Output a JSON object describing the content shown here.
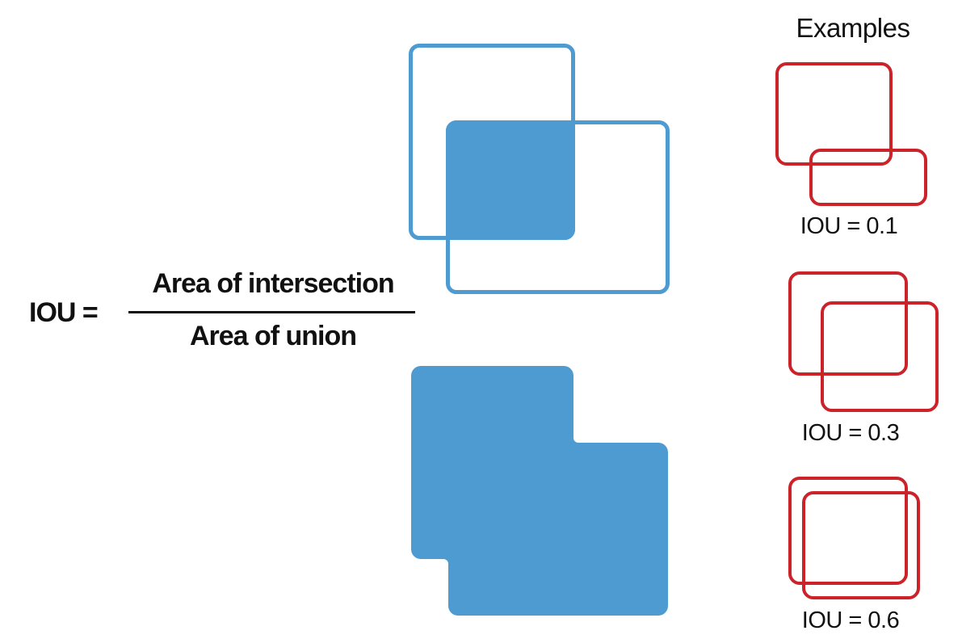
{
  "formula": {
    "lhs_label": "IOU =",
    "numerator": "Area of intersection",
    "denominator": "Area of union"
  },
  "figures": {
    "intersection_figure": "two overlapping blue bounding boxes with filled intersection region",
    "union_figure": "filled blue union silhouette of the two bounding boxes"
  },
  "examples": {
    "title": "Examples",
    "items": [
      {
        "label": "IOU = 0.1"
      },
      {
        "label": "IOU = 0.3"
      },
      {
        "label": "IOU = 0.6"
      }
    ]
  },
  "colors": {
    "box_blue": "#4e9bd2",
    "box_red": "#cb2329",
    "text": "#111111"
  }
}
